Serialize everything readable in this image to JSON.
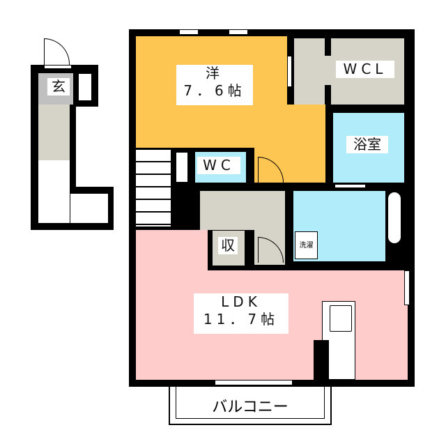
{
  "rooms": {
    "western": {
      "name": "洋",
      "size": "7．6帖",
      "color": "#FDC652"
    },
    "wcl": {
      "name": "WCL",
      "color": "#D6D3C9"
    },
    "bath": {
      "name": "浴室",
      "color": "#B0ECF9"
    },
    "wc": {
      "name": "WC",
      "color": "#B0ECF9"
    },
    "storage": {
      "name": "収",
      "color": "#D6D3C9"
    },
    "laundry": {
      "name": "洗濯"
    },
    "ldk": {
      "name": "LDK",
      "size": "11．7帖",
      "color": "#FFCCCC"
    },
    "entrance": {
      "name": "玄"
    },
    "balcony": {
      "name": "バルコニー"
    }
  }
}
